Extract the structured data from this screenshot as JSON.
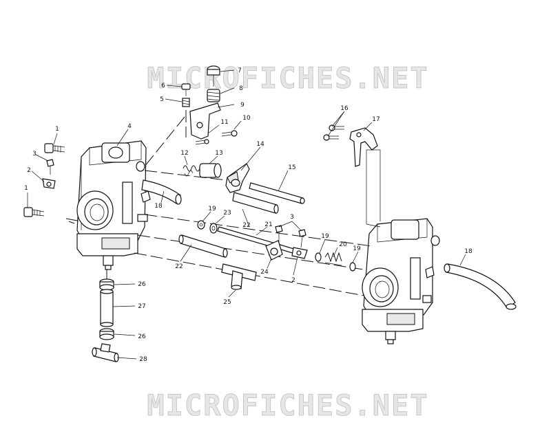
{
  "watermark": {
    "top": "MICROFICHES.NET",
    "bottom": "MICROFICHES.NET"
  },
  "callouts": [
    {
      "id": "c1a",
      "label": "1"
    },
    {
      "id": "c1b",
      "label": "1"
    },
    {
      "id": "c2a",
      "label": "2"
    },
    {
      "id": "c2b",
      "label": "2"
    },
    {
      "id": "c3a",
      "label": "3"
    },
    {
      "id": "c3b",
      "label": "3"
    },
    {
      "id": "c4",
      "label": "4"
    },
    {
      "id": "c5",
      "label": "5"
    },
    {
      "id": "c6",
      "label": "6"
    },
    {
      "id": "c7",
      "label": "7"
    },
    {
      "id": "c8",
      "label": "8"
    },
    {
      "id": "c9",
      "label": "9"
    },
    {
      "id": "c10",
      "label": "10"
    },
    {
      "id": "c11",
      "label": "11"
    },
    {
      "id": "c12",
      "label": "12"
    },
    {
      "id": "c13",
      "label": "13"
    },
    {
      "id": "c14",
      "label": "14"
    },
    {
      "id": "c15",
      "label": "15"
    },
    {
      "id": "c16",
      "label": "16"
    },
    {
      "id": "c17",
      "label": "17"
    },
    {
      "id": "c18a",
      "label": "18"
    },
    {
      "id": "c18b",
      "label": "18"
    },
    {
      "id": "c19a",
      "label": "19"
    },
    {
      "id": "c19b",
      "label": "19"
    },
    {
      "id": "c19c",
      "label": "19"
    },
    {
      "id": "c20",
      "label": "20"
    },
    {
      "id": "c21",
      "label": "21"
    },
    {
      "id": "c22a",
      "label": "22"
    },
    {
      "id": "c22b",
      "label": "22"
    },
    {
      "id": "c23",
      "label": "23"
    },
    {
      "id": "c24",
      "label": "24"
    },
    {
      "id": "c25",
      "label": "25"
    },
    {
      "id": "c26a",
      "label": "26"
    },
    {
      "id": "c26b",
      "label": "26"
    },
    {
      "id": "c27",
      "label": "27"
    },
    {
      "id": "c28",
      "label": "28"
    }
  ]
}
